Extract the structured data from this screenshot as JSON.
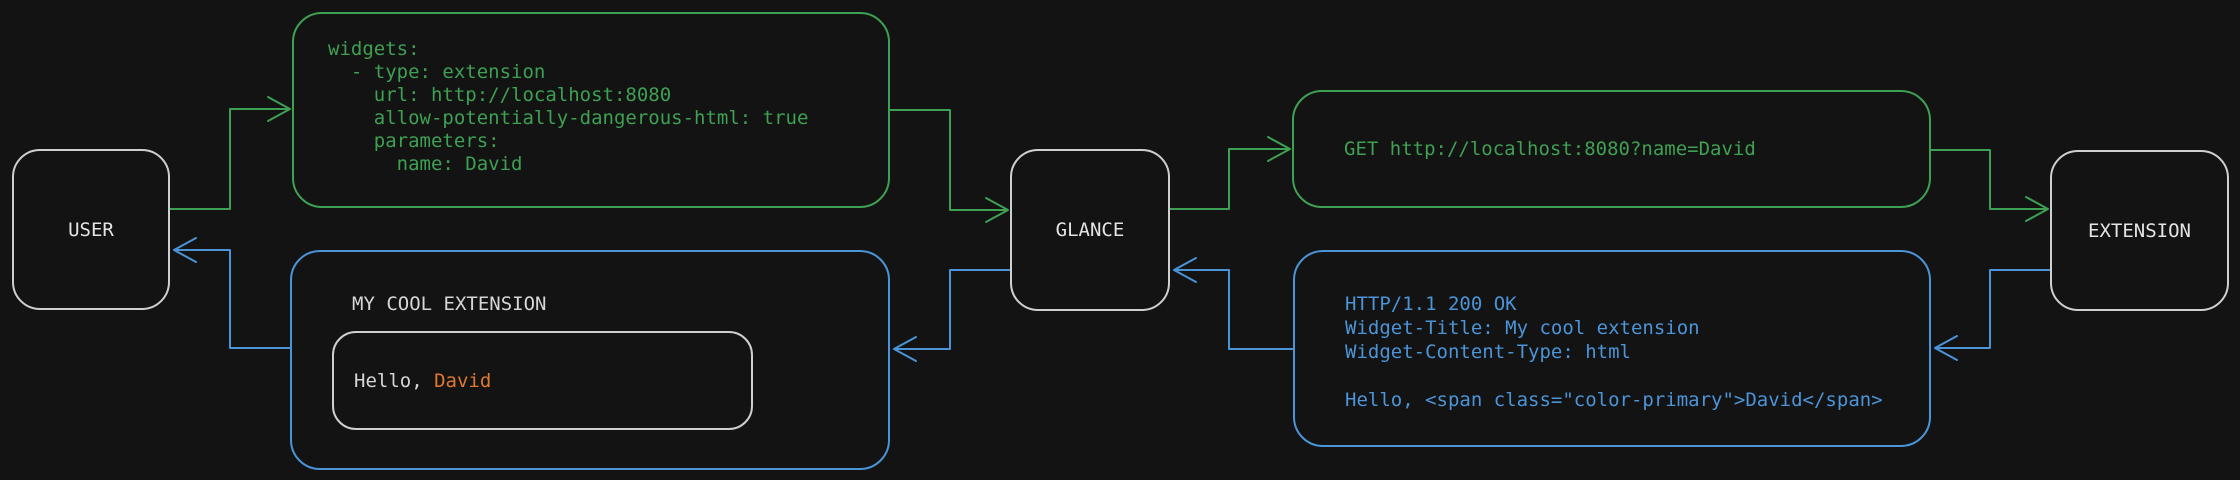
{
  "nodes": {
    "user": {
      "label": "USER"
    },
    "glance": {
      "label": "GLANCE"
    },
    "extension": {
      "label": "EXTENSION"
    }
  },
  "config_box": {
    "lines": [
      "widgets:",
      "  - type: extension",
      "    url: http://localhost:8080",
      "    allow-potentially-dangerous-html: true",
      "    parameters:",
      "      name: David"
    ]
  },
  "request_box": {
    "text": "GET http://localhost:8080?name=David"
  },
  "response_box": {
    "lines": [
      "HTTP/1.1 200 OK",
      "Widget-Title: My cool extension",
      "Widget-Content-Type: html",
      "",
      "Hello, <span class=\"color-primary\">David</span>"
    ]
  },
  "widget_box": {
    "title": "MY COOL EXTENSION",
    "greeting_prefix": "Hello, ",
    "greeting_name": "David"
  },
  "colors": {
    "bg": "#131313",
    "green": "#3EA052",
    "blue": "#4B94D8",
    "orange": "#E0782F",
    "gray_border": "#CFCFCF",
    "text_light": "#E4E4E4",
    "text_dim": "#D6D6D6"
  }
}
